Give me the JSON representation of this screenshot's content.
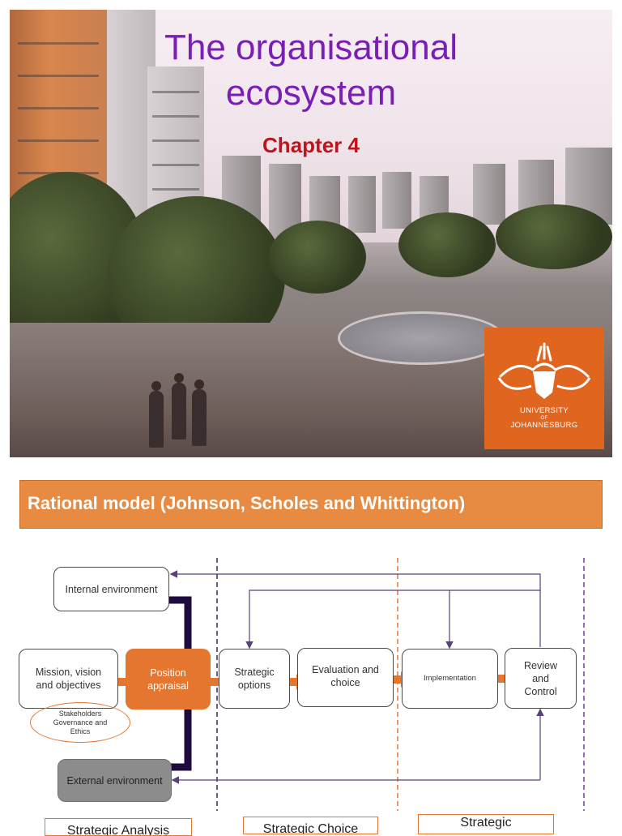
{
  "slide1": {
    "title_line1": "The organisational",
    "title_line2": "ecosystem",
    "chapter": "Chapter 4",
    "logo": {
      "line1": "UNIVERSITY",
      "line2": "OF",
      "line3": "JOHANNESBURG",
      "color": "#e0661f"
    }
  },
  "slide2": {
    "banner": "Rational model (Johnson, Scholes and Whittington)",
    "banner_color": "#e78b42",
    "boxes": {
      "internal": "Internal environment",
      "mission": "Mission, vision and objectives",
      "position": "Position appraisal",
      "strategic_options": "Strategic options",
      "evaluation": "Evaluation and choice",
      "implementation": "Implementation",
      "review": "Review and Control",
      "external": "External environment",
      "stakeholders": "Stakeholders Governance and Ethics"
    },
    "bottom_labels": {
      "left": "Strategic Analysis",
      "middle": "Strategic Choice",
      "right": "Strategic"
    }
  }
}
